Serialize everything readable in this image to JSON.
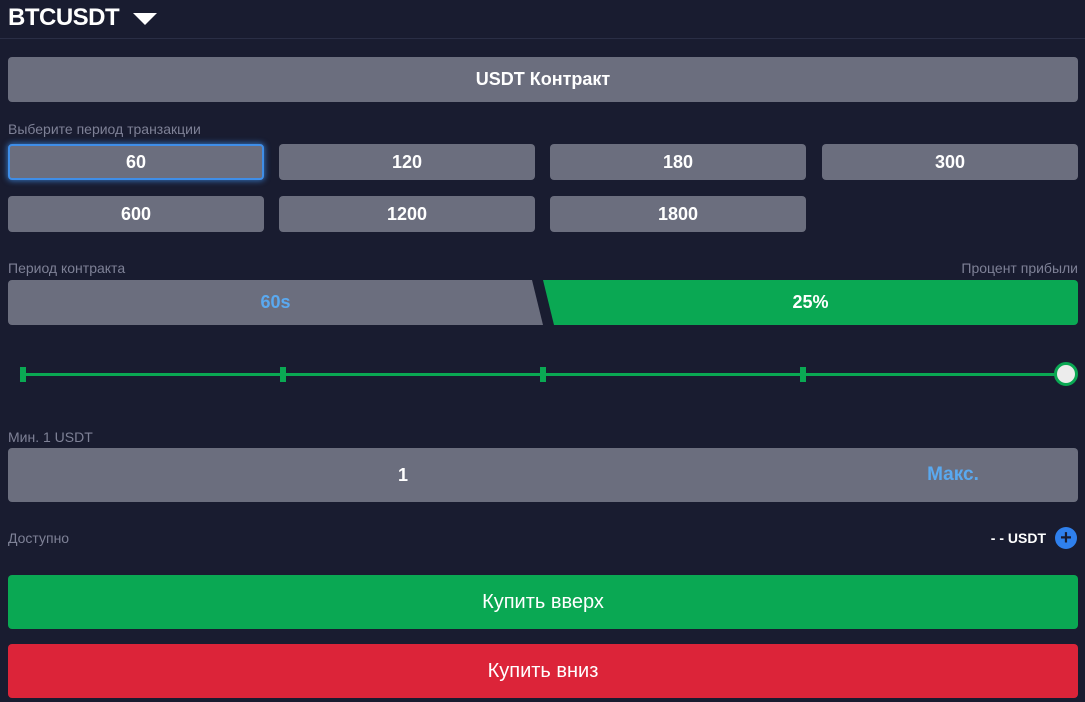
{
  "header": {
    "pair": "BTCUSDT",
    "dropdown_icon": "caret-down-icon"
  },
  "contract": {
    "label": "USDT Контракт"
  },
  "period_selector": {
    "label": "Выберите период транзакции",
    "options": [
      "60",
      "120",
      "180",
      "300",
      "600",
      "1200",
      "1800"
    ],
    "selected": "60"
  },
  "contract_info": {
    "period_label": "Период контракта",
    "profit_label": "Процент прибыли",
    "period_value": "60s",
    "profit_value": "25%"
  },
  "slider": {
    "ticks": 5,
    "value_fraction": 1.0
  },
  "amount": {
    "min_label": "Мин. 1 USDT",
    "value": "1",
    "max_label": "Макс."
  },
  "available": {
    "label": "Доступно",
    "value": "- - USDT",
    "add_icon": "plus-icon"
  },
  "actions": {
    "buy_up": "Купить вверх",
    "buy_down": "Купить вниз"
  },
  "colors": {
    "background": "#191c30",
    "button": "#6b6e7e",
    "green": "#0aa853",
    "red": "#dc2439",
    "accent_blue": "#5aa9f0"
  }
}
